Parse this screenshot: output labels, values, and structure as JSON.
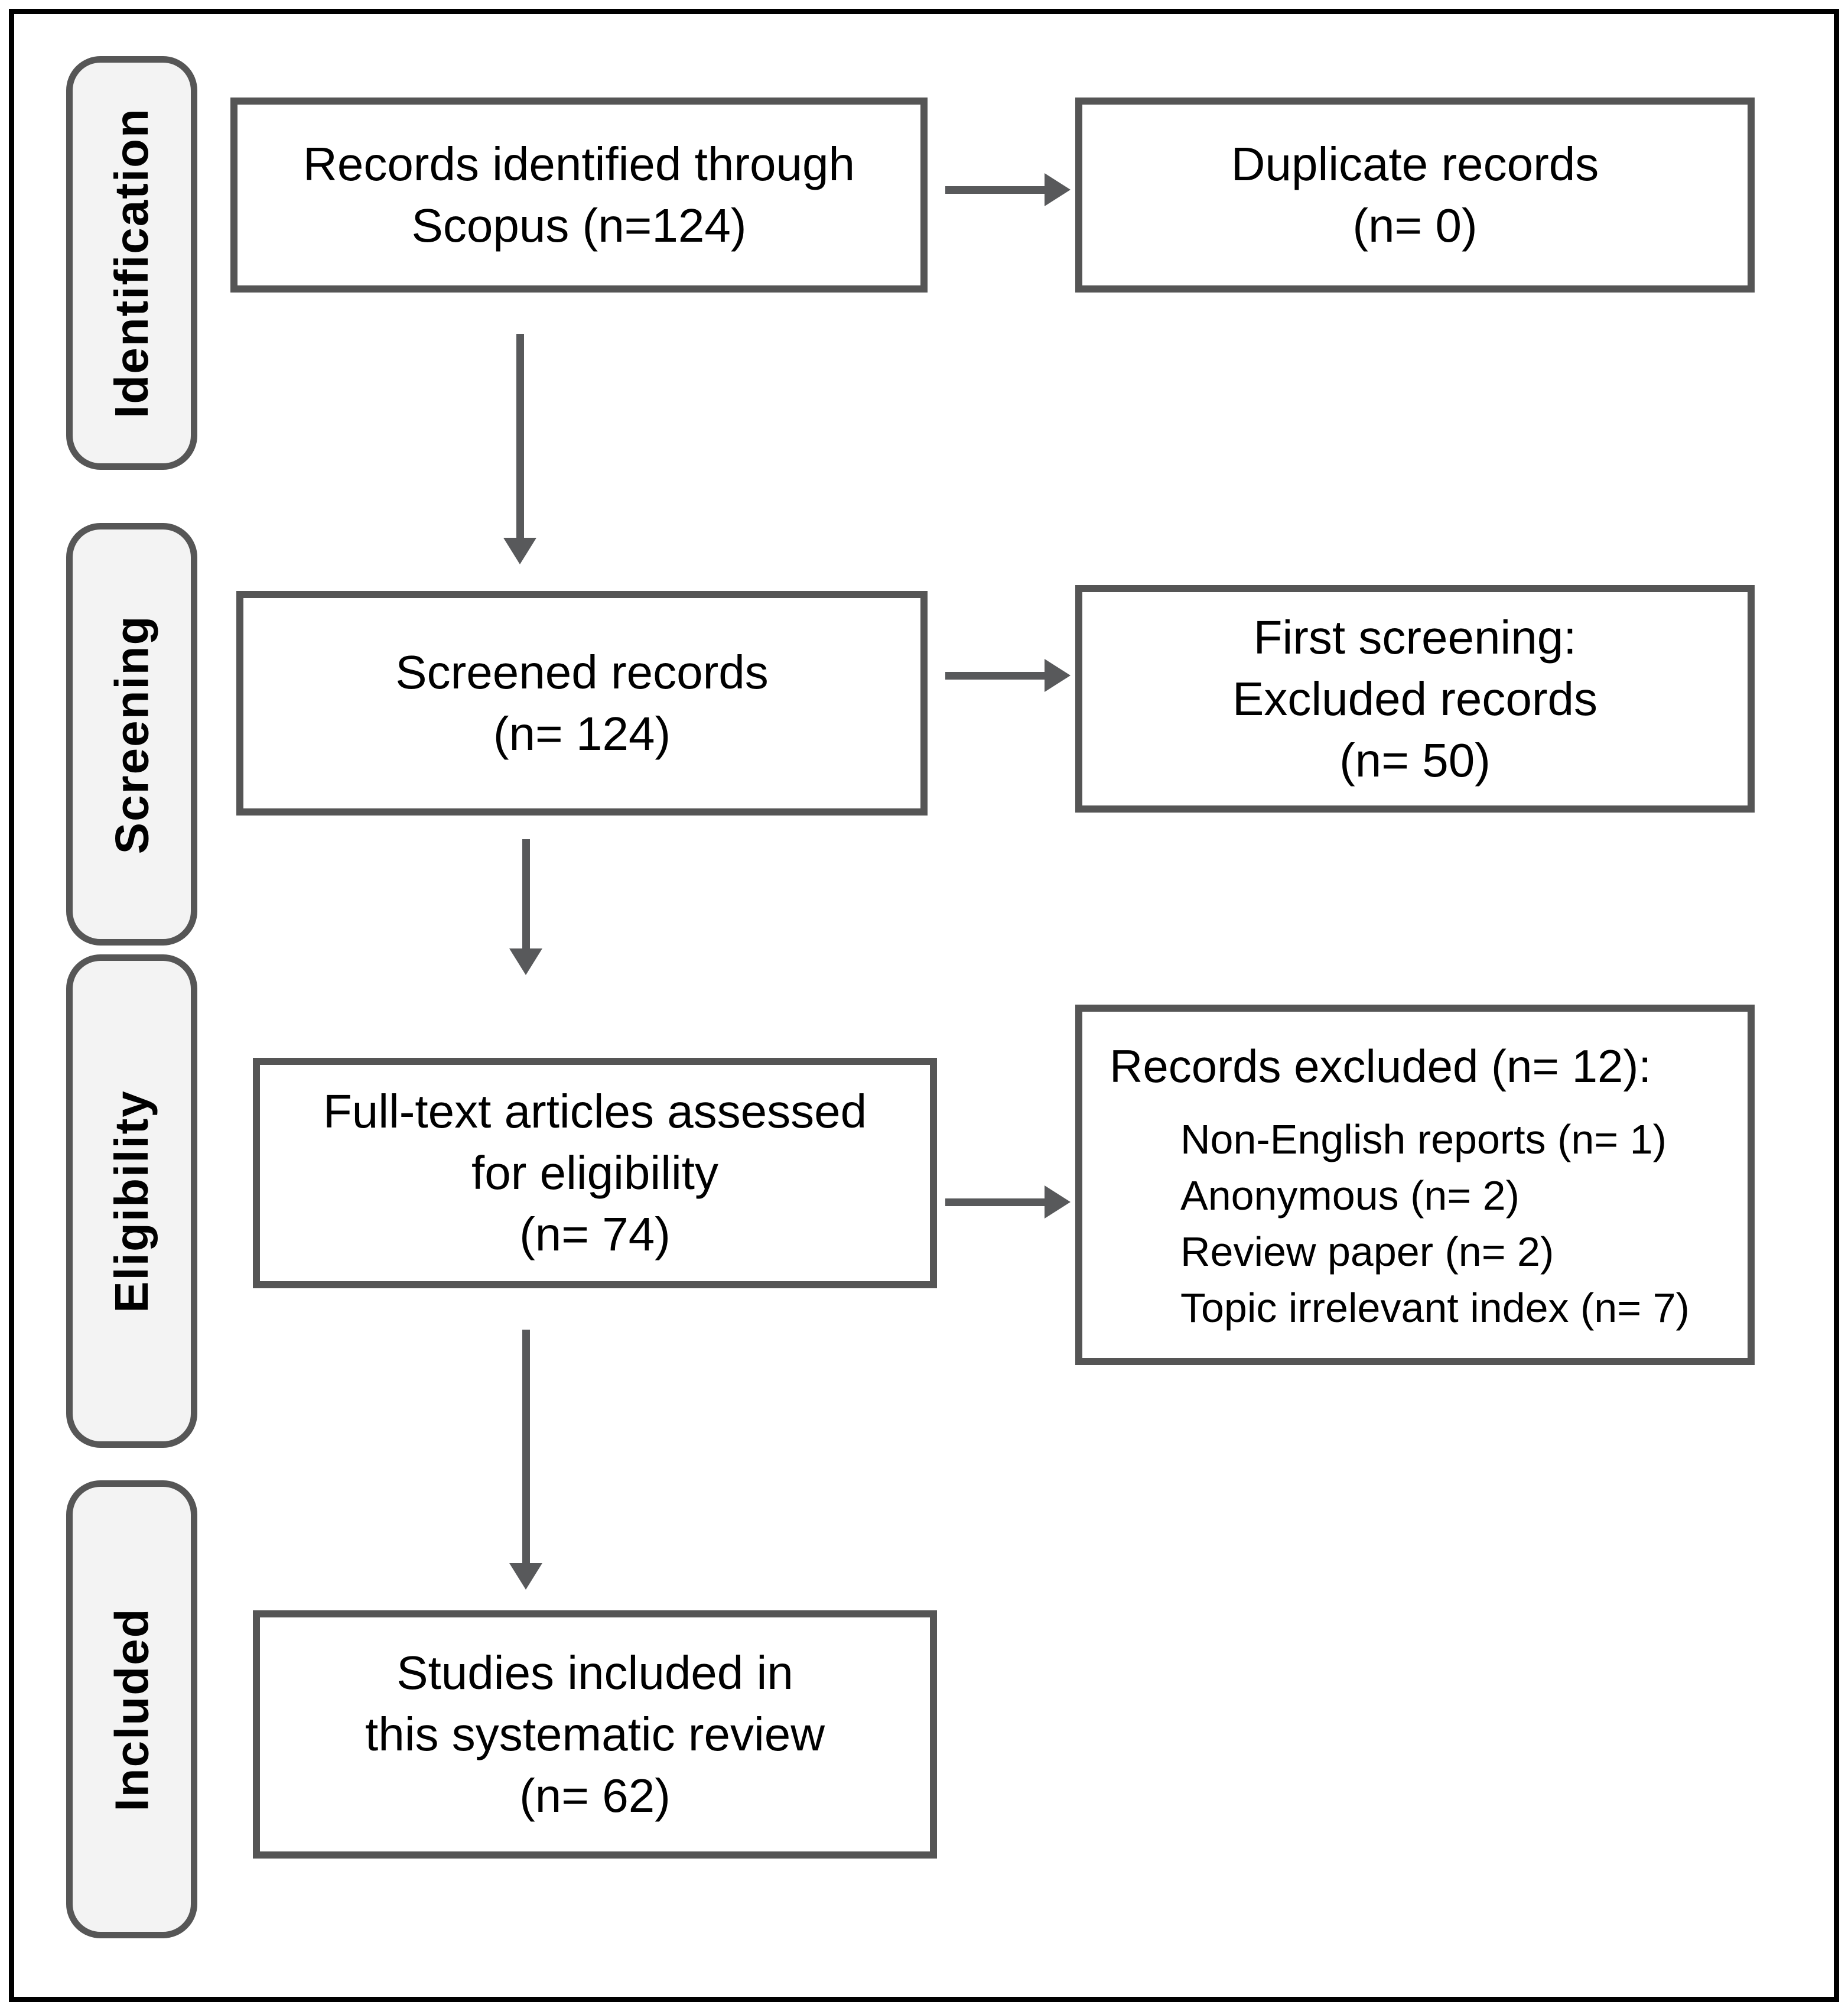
{
  "stages": [
    {
      "label": "Identification"
    },
    {
      "label": "Screening"
    },
    {
      "label": "Eligibility"
    },
    {
      "label": "Included"
    }
  ],
  "boxes": {
    "identified": {
      "lines": [
        "Records identified through",
        "Scopus (n=124)"
      ]
    },
    "duplicates": {
      "lines": [
        "Duplicate records",
        "(n= 0)"
      ]
    },
    "screened": {
      "lines": [
        "Screened records",
        "(n= 124)"
      ]
    },
    "first_screening": {
      "lines": [
        "First screening:",
        "Excluded records",
        "(n= 50)"
      ]
    },
    "fulltext": {
      "lines": [
        "Full-text articles assessed",
        "for eligibility",
        "(n= 74)"
      ]
    },
    "records_excluded": {
      "heading": "Records excluded (n= 12):",
      "items": [
        "Non-English reports (n= 1)",
        "Anonymous (n= 2)",
        "Review paper (n= 2)",
        "Topic irrelevant index (n= 7)"
      ]
    },
    "included": {
      "lines": [
        "Studies included in",
        "this systematic review",
        "(n= 62)"
      ]
    }
  },
  "colors": {
    "frame": "#000000",
    "box_border": "#555555",
    "label_border": "#565656",
    "label_fill": "#f3f3f3",
    "arrow": "#58595b",
    "text": "#000000"
  }
}
